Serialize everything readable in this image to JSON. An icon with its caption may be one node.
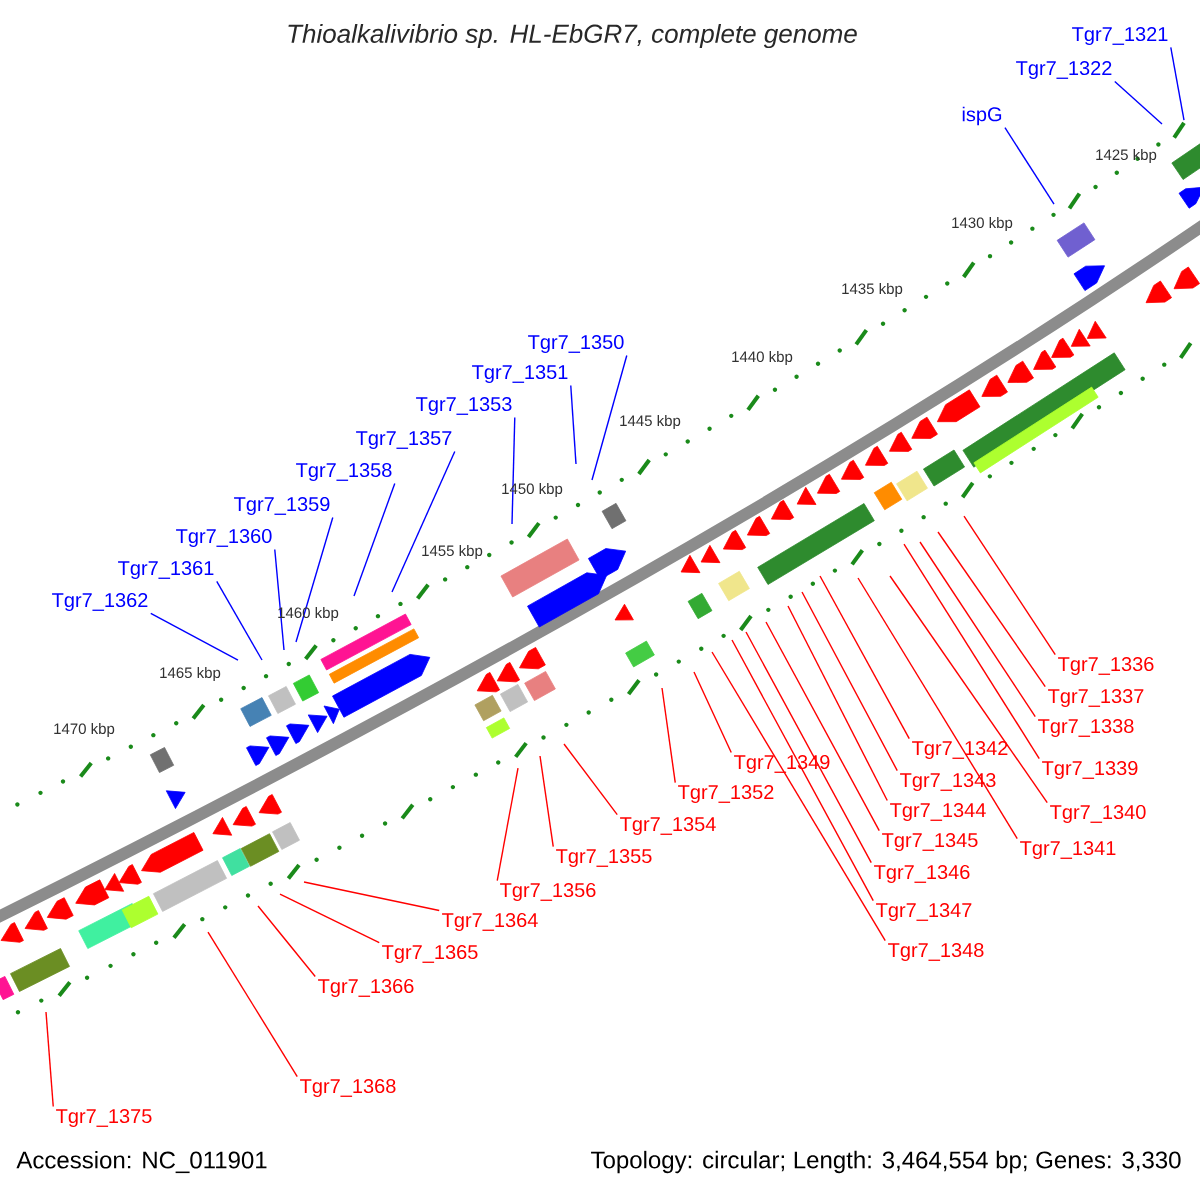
{
  "diagram": {
    "title": "Thioalkalivibrio sp. HL-EbGR7, complete genome",
    "nodes": [
      {
        "text": [
          "Tgr7_1321"
        ]
      },
      {
        "text": [
          "Tgr7_1322"
        ]
      },
      {
        "text": [
          "ispG"
        ]
      },
      {
        "text": [
          "Tgr7_1350"
        ]
      },
      {
        "text": [
          "Tgr7_1351"
        ]
      },
      {
        "text": [
          "Tgr7_1353"
        ]
      },
      {
        "text": [
          "Tgr7_1357"
        ]
      },
      {
        "text": [
          "Tgr7_1358"
        ]
      },
      {
        "text": [
          "Tgr7_1359"
        ]
      },
      {
        "text": [
          "Tgr7_1360"
        ]
      },
      {
        "text": [
          "Tgr7_1361"
        ]
      },
      {
        "text": [
          "Tgr7_1362"
        ]
      },
      {
        "text": [
          "Tgr7_1336"
        ]
      },
      {
        "text": [
          "Tgr7_1337"
        ]
      },
      {
        "text": [
          "Tgr7_1338"
        ]
      },
      {
        "text": [
          "Tgr7_1339"
        ]
      },
      {
        "text": [
          "Tgr7_1340"
        ]
      },
      {
        "text": [
          "Tgr7_1341"
        ]
      },
      {
        "text": [
          "Tgr7_1342"
        ]
      },
      {
        "text": [
          "Tgr7_1343"
        ]
      },
      {
        "text": [
          "Tgr7_1344"
        ]
      },
      {
        "text": [
          "Tgr7_1345"
        ]
      },
      {
        "text": [
          "Tgr7_1346"
        ]
      },
      {
        "text": [
          "Tgr7_1347"
        ]
      },
      {
        "text": [
          "Tgr7_1348"
        ]
      },
      {
        "text": [
          "Tgr7_1349"
        ]
      },
      {
        "text": [
          "Tgr7_1352"
        ]
      },
      {
        "text": [
          "Tgr7_1354"
        ]
      },
      {
        "text": [
          "Tgr7_1355"
        ]
      },
      {
        "text": [
          "Tgr7_1356"
        ]
      },
      {
        "text": [
          "Tgr7_1364"
        ]
      },
      {
        "text": [
          "Tgr7_1365"
        ]
      },
      {
        "text": [
          "Tgr7_1366"
        ]
      },
      {
        "text": [
          "Tgr7_1368"
        ]
      },
      {
        "text": [
          "Tgr7_1375"
        ]
      }
    ],
    "edges": [
      {
        "from": 0,
        "to": null,
        "arrow": "none",
        "color": "#0000ff"
      },
      {
        "from": 1,
        "to": null,
        "arrow": "none",
        "color": "#0000ff"
      },
      {
        "from": 2,
        "to": null,
        "arrow": "none",
        "color": "#0000ff"
      },
      {
        "from": 3,
        "to": null,
        "arrow": "none",
        "color": "#0000ff"
      },
      {
        "from": 4,
        "to": null,
        "arrow": "none",
        "color": "#0000ff"
      },
      {
        "from": 5,
        "to": null,
        "arrow": "none",
        "color": "#0000ff"
      },
      {
        "from": 6,
        "to": null,
        "arrow": "none",
        "color": "#0000ff"
      },
      {
        "from": 7,
        "to": null,
        "arrow": "none",
        "color": "#0000ff"
      },
      {
        "from": 8,
        "to": null,
        "arrow": "none",
        "color": "#0000ff"
      },
      {
        "from": 9,
        "to": null,
        "arrow": "none",
        "color": "#0000ff"
      },
      {
        "from": 10,
        "to": null,
        "arrow": "none",
        "color": "#0000ff"
      },
      {
        "from": 11,
        "to": null,
        "arrow": "none",
        "color": "#0000ff"
      },
      {
        "from": 12,
        "to": null,
        "arrow": "none"
      },
      {
        "from": 13,
        "to": null,
        "arrow": "none"
      },
      {
        "from": 14,
        "to": null,
        "arrow": "none"
      },
      {
        "from": 15,
        "to": null,
        "arrow": "none"
      },
      {
        "from": 16,
        "to": null,
        "arrow": "none"
      },
      {
        "from": 17,
        "to": null,
        "arrow": "none"
      },
      {
        "from": 18,
        "to": null,
        "arrow": "none"
      },
      {
        "from": 19,
        "to": null,
        "arrow": "none"
      },
      {
        "from": 20,
        "to": null,
        "arrow": "none"
      },
      {
        "from": 21,
        "to": null,
        "arrow": "none"
      },
      {
        "from": 22,
        "to": null,
        "arrow": "none"
      },
      {
        "from": 23,
        "to": null,
        "arrow": "none"
      },
      {
        "from": 24,
        "to": null,
        "arrow": "none"
      },
      {
        "from": 25,
        "to": null,
        "arrow": "none"
      },
      {
        "from": 26,
        "to": null,
        "arrow": "none"
      },
      {
        "from": 27,
        "to": null,
        "arrow": "none"
      },
      {
        "from": 28,
        "to": null,
        "arrow": "none"
      },
      {
        "from": 29,
        "to": null,
        "arrow": "none"
      },
      {
        "from": 30,
        "to": null,
        "arrow": "none"
      },
      {
        "from": 31,
        "to": null,
        "arrow": "none"
      },
      {
        "from": 32,
        "to": null,
        "arrow": "none"
      },
      {
        "from": 33,
        "to": null,
        "arrow": "none"
      },
      {
        "from": 34,
        "to": null,
        "arrow": "none"
      }
    ],
    "labels": [
      "1425 kbp",
      "1430 kbp",
      "1435 kbp",
      "1440 kbp",
      "1445 kbp",
      "1450 kbp",
      "1455 kbp",
      "1460 kbp",
      "1465 kbp",
      "1470 kbp",
      "Accession: NC_011901",
      "Topology: circular; Length: 3,464,554 bp; Genes: 3,330"
    ]
  }
}
